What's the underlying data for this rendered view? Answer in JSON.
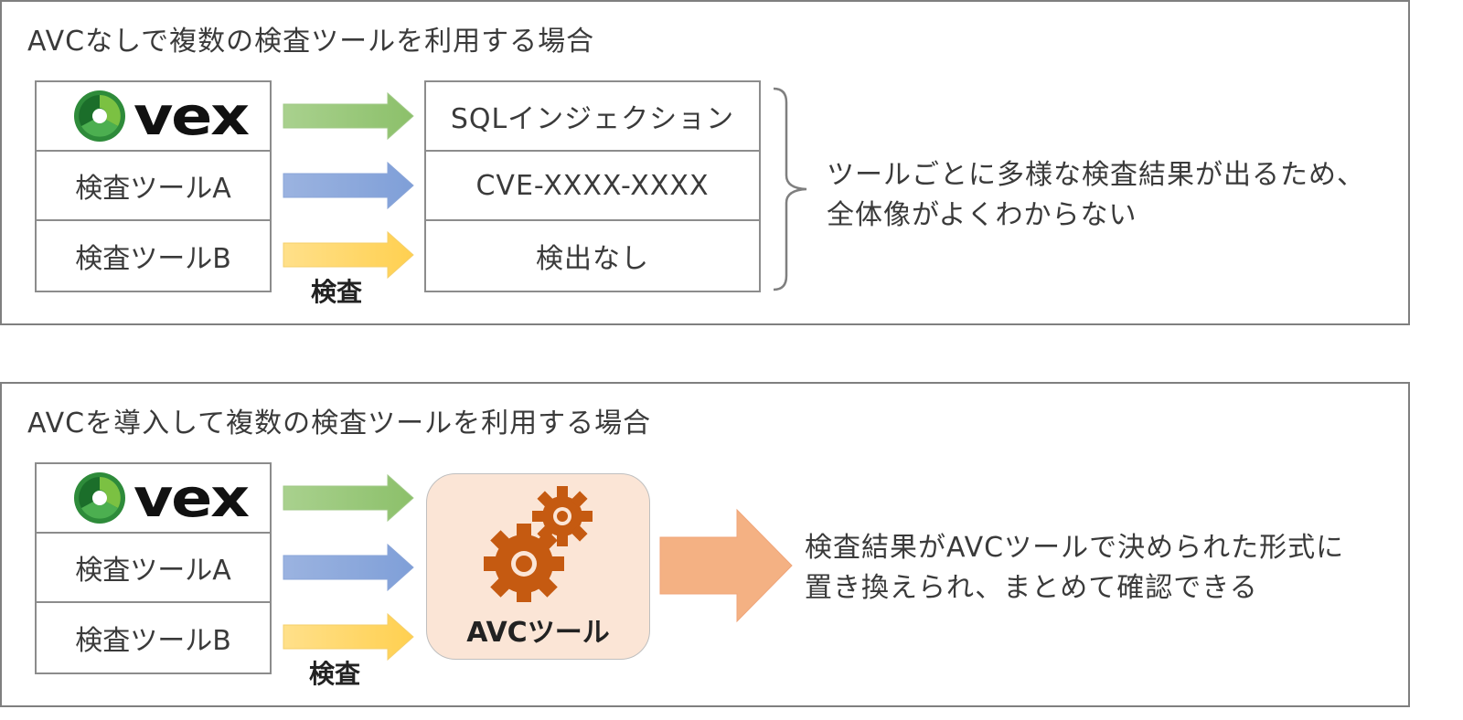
{
  "top": {
    "title": "AVCなしで複数の検査ツールを利用する場合",
    "tools": [
      "vex",
      "検査ツールA",
      "検査ツールB"
    ],
    "scan_label": "検査",
    "results": [
      "SQLインジェクション",
      "CVE-XXXX-XXXX",
      "検出なし"
    ],
    "note_lines": [
      "ツールごとに多様な検査結果が出るため、",
      "全体像がよくわからない"
    ]
  },
  "bottom": {
    "title": "AVCを導入して複数の検査ツールを利用する場合",
    "tools": [
      "vex",
      "検査ツールA",
      "検査ツールB"
    ],
    "scan_label": "検査",
    "avc_label": "AVCツール",
    "note_lines": [
      "検査結果がAVCツールで決められた形式に",
      "置き換えられ、まとめて確認できる"
    ]
  },
  "colors": {
    "arrow_green": "#a9d18e",
    "arrow_blue": "#8faadc",
    "arrow_yellow": "#ffd966",
    "avc_box": "#fbe5d6",
    "gear": "#c55a11",
    "big_arrow": "#f4b183"
  },
  "icons": [
    "vex-logo-icon",
    "gear-icon",
    "brace-icon"
  ]
}
